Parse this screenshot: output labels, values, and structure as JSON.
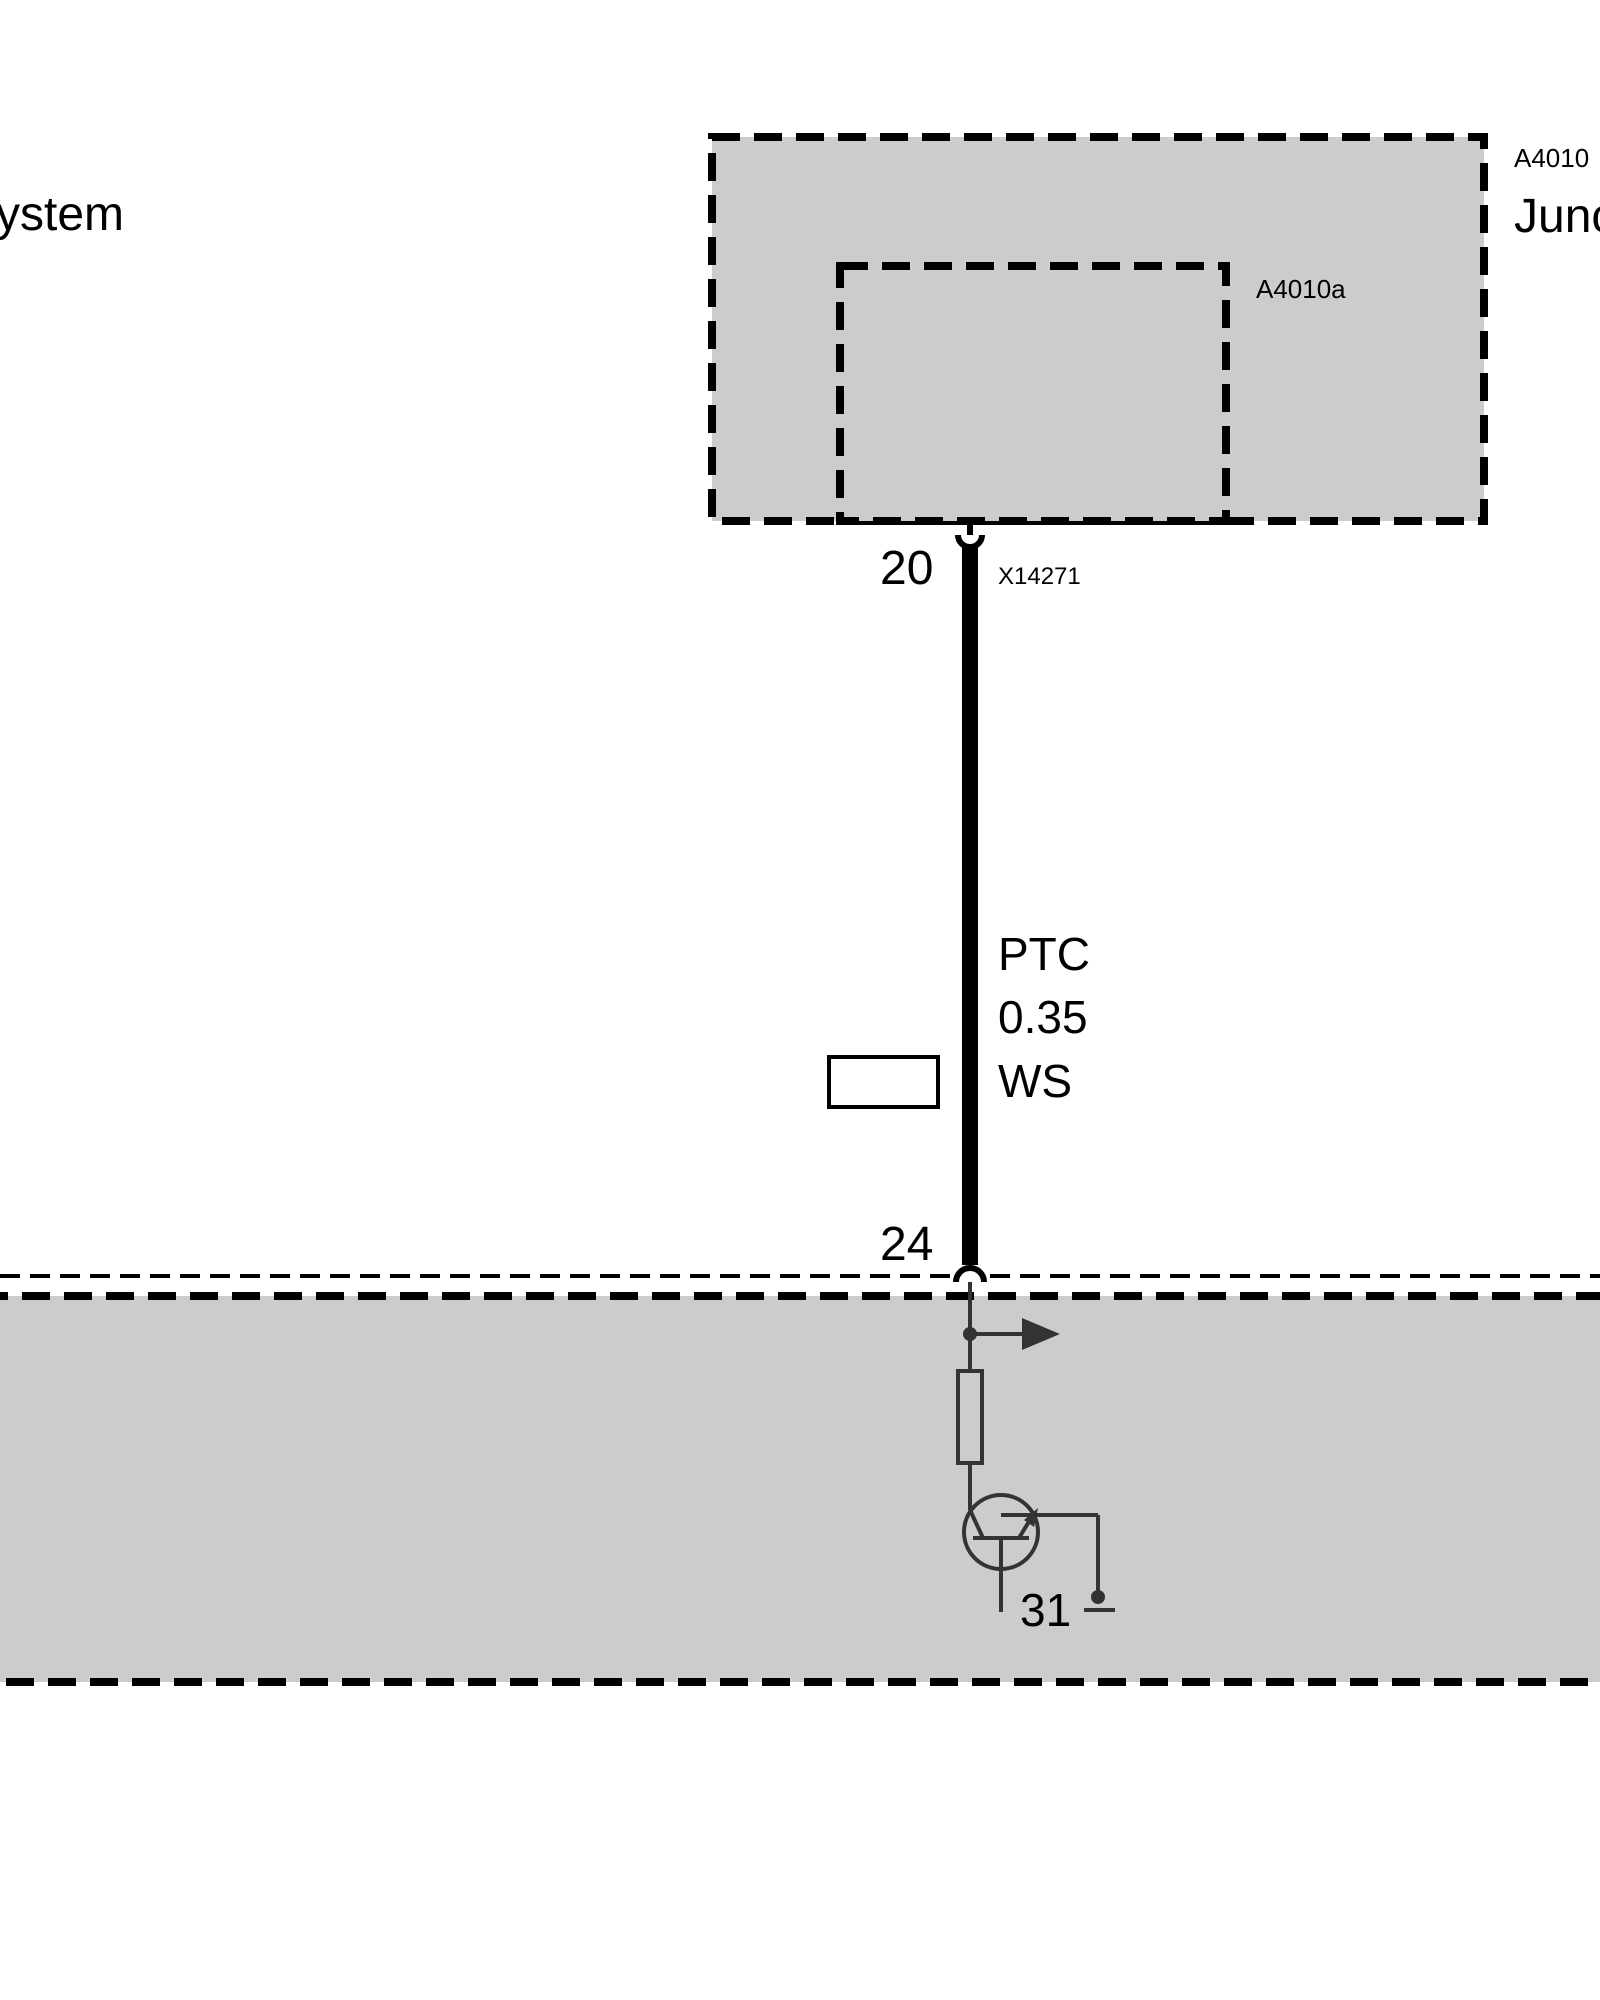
{
  "header": {
    "title_fragment": "ystem"
  },
  "junction_box": {
    "id": "A4010",
    "name_fragment": "Junc",
    "sub_module_id": "A4010a"
  },
  "connector": {
    "id": "X14271",
    "upper_pin": "20",
    "lower_pin": "24"
  },
  "wire": {
    "type": "PTC",
    "gauge": "0.35",
    "color_code": "WS"
  },
  "lower_module": {
    "ground_label": "31"
  },
  "colors": {
    "module_fill": "#cccccc",
    "wire": "#000000",
    "circuit": "#333333"
  }
}
